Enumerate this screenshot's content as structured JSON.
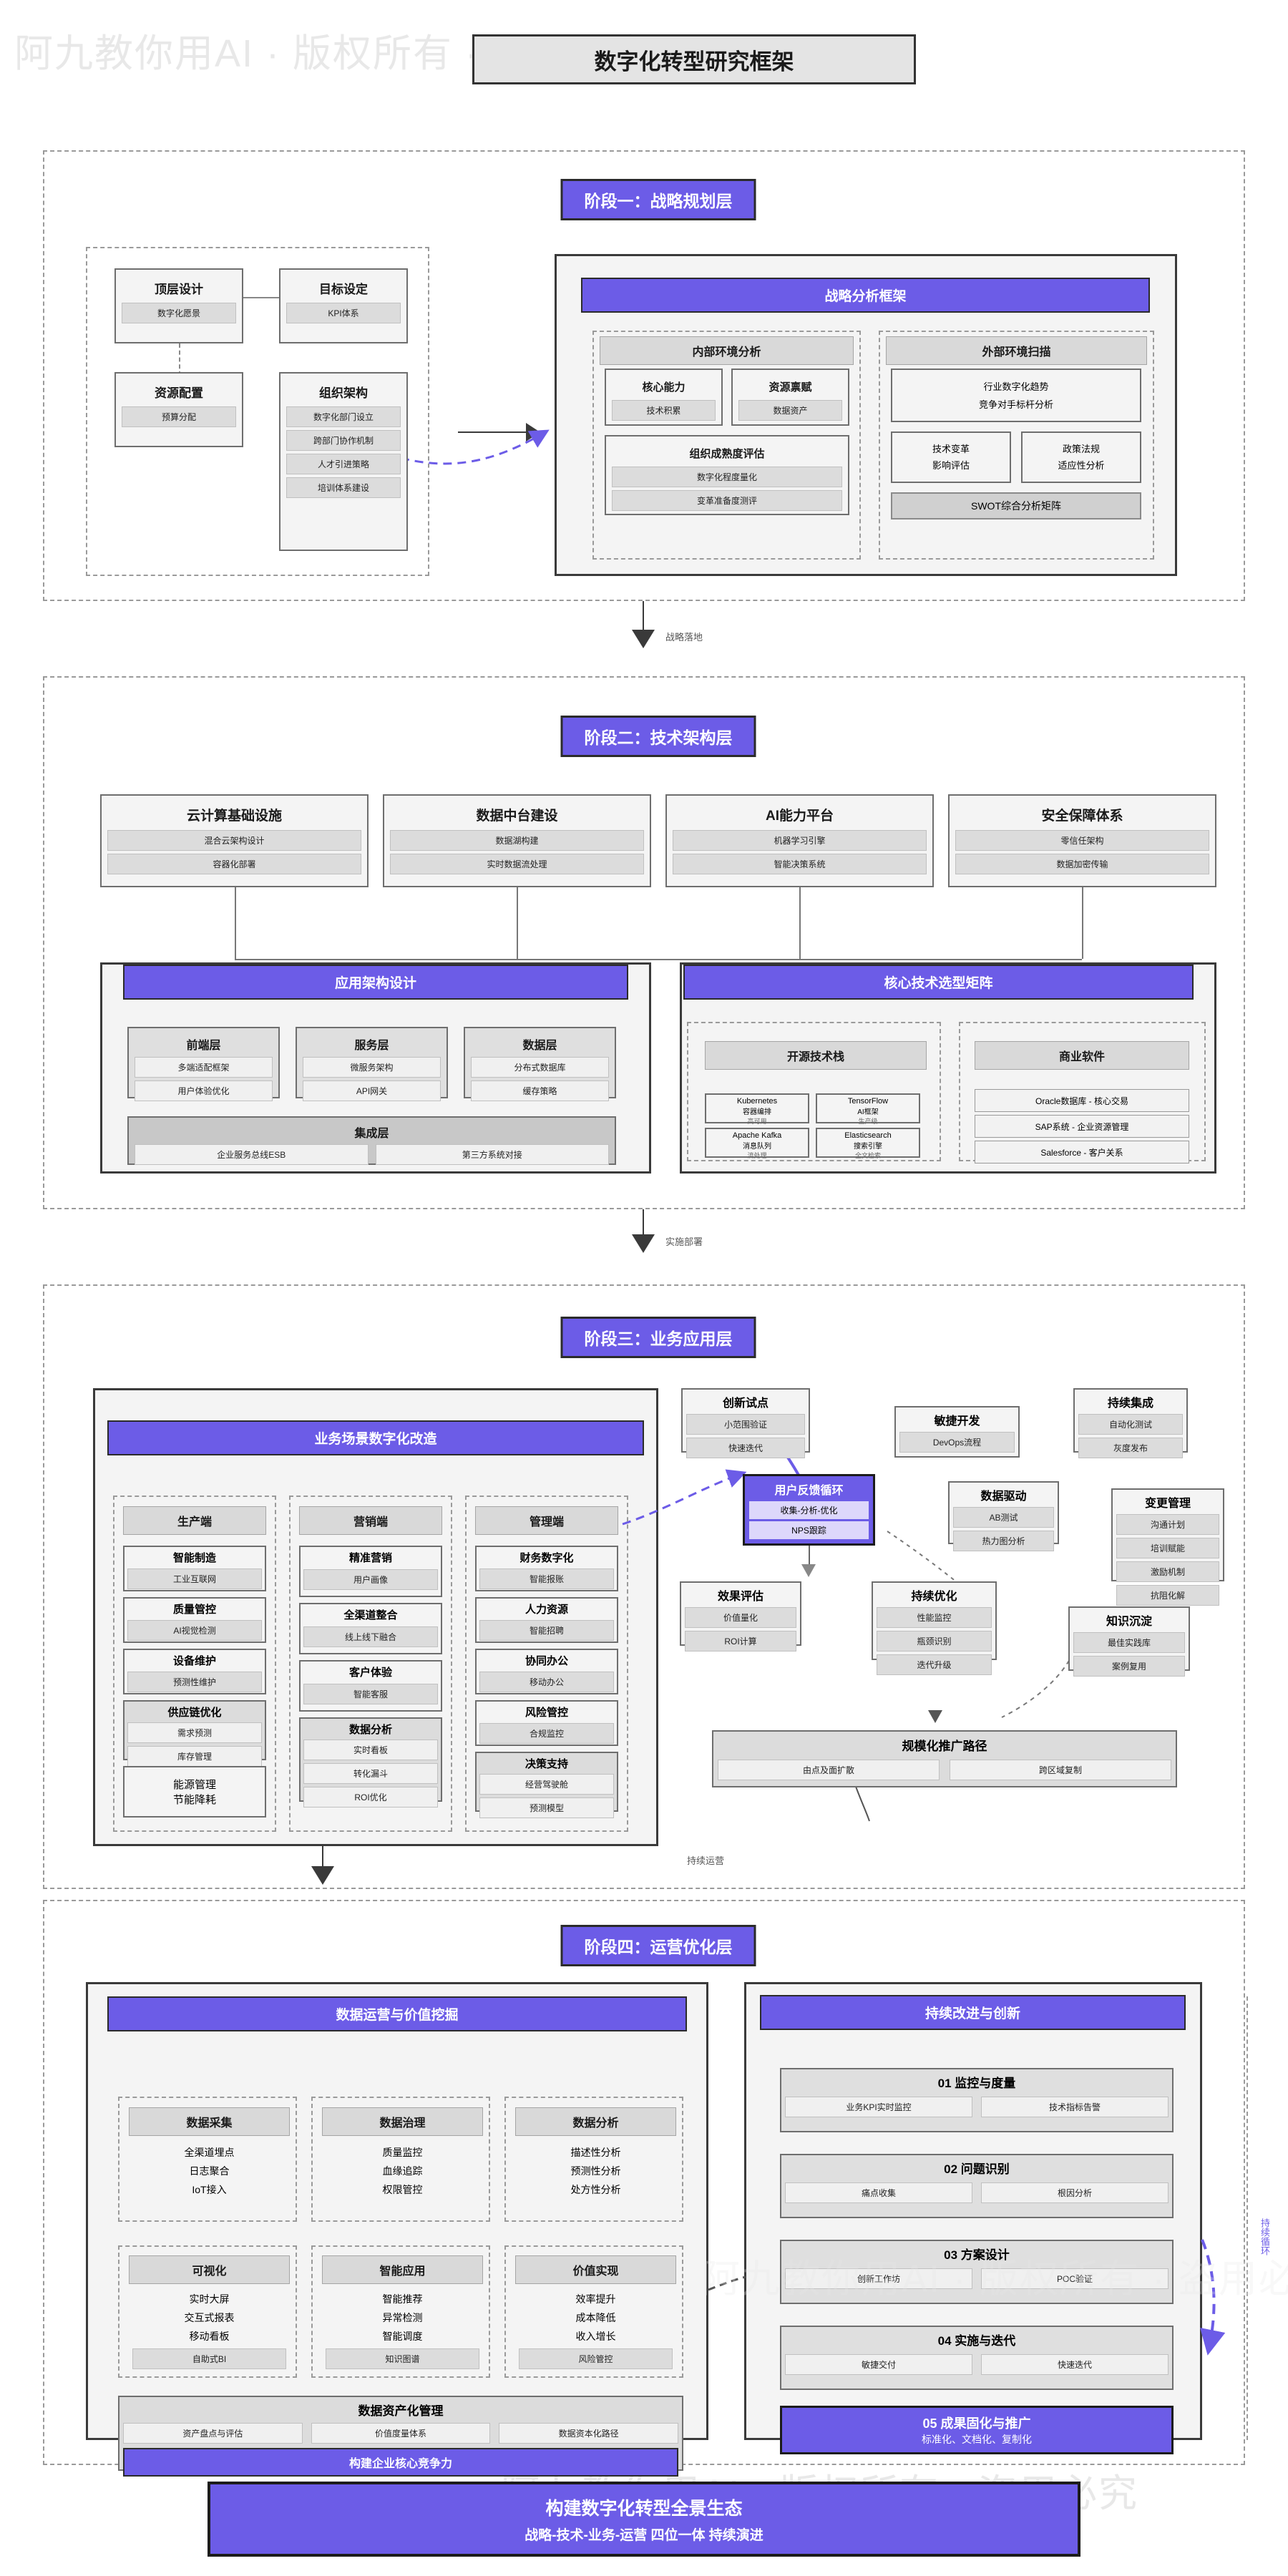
{
  "watermark": {
    "text": "阿九教你用AI · 版权所有 · 盗用必究"
  },
  "title": "数字化转型研究框架",
  "connectors": {
    "p1_p2": "战略落地",
    "p2_p3": "实施部署",
    "p3_p4": "持续运营",
    "loop_label": "持续循环"
  },
  "phase1": {
    "header": "阶段一：战略规划层",
    "left_cards": [
      {
        "title": "顶层设计",
        "chips": [
          "数字化愿景"
        ]
      },
      {
        "title": "目标设定",
        "chips": [
          "KPI体系"
        ]
      },
      {
        "title": "资源配置",
        "chips": [
          "预算分配"
        ]
      },
      {
        "title": "组织架构",
        "chips": [
          "数字化部门设立",
          "跨部门协作机制",
          "人才引进策略",
          "培训体系建设"
        ]
      }
    ],
    "framework": {
      "banner": "战略分析框架",
      "internal": {
        "header": "内部环境分析",
        "cards": [
          {
            "title": "核心能力",
            "chips": [
              "技术积累"
            ]
          },
          {
            "title": "资源禀赋",
            "chips": [
              "数据资产"
            ]
          }
        ],
        "maturity": {
          "title": "组织成熟度评估",
          "chips": [
            "数字化程度量化",
            "变革准备度测评"
          ]
        }
      },
      "external": {
        "header": "外部环境扫描",
        "trend": {
          "lines": [
            "行业数字化趋势",
            "竞争对手标杆分析"
          ]
        },
        "cards": [
          {
            "lines": [
              "技术变革",
              "影响评估"
            ]
          },
          {
            "lines": [
              "政策法规",
              "适应性分析"
            ]
          }
        ],
        "swot": "SWOT综合分析矩阵"
      }
    }
  },
  "phase2": {
    "header": "阶段二：技术架构层",
    "pillars": [
      {
        "title": "云计算基础设施",
        "chips": [
          "混合云架构设计",
          "容器化部署"
        ]
      },
      {
        "title": "数据中台建设",
        "chips": [
          "数据湖构建",
          "实时数据流处理"
        ]
      },
      {
        "title": "AI能力平台",
        "chips": [
          "机器学习引擎",
          "智能决策系统"
        ]
      },
      {
        "title": "安全保障体系",
        "chips": [
          "零信任架构",
          "数据加密传输"
        ]
      }
    ],
    "app_arch": {
      "banner": "应用架构设计",
      "layers": [
        {
          "title": "前端层",
          "chips": [
            "多端适配框架",
            "用户体验优化"
          ]
        },
        {
          "title": "服务层",
          "chips": [
            "微服务架构",
            "API网关"
          ]
        },
        {
          "title": "数据层",
          "chips": [
            "分布式数据库",
            "缓存策略"
          ]
        }
      ],
      "integration": {
        "title": "集成层",
        "chips": [
          "企业服务总线ESB",
          "第三方系统对接"
        ]
      }
    },
    "tech_matrix": {
      "banner": "核心技术选型矩阵",
      "opensource": {
        "header": "开源技术栈",
        "items": [
          {
            "name": "Kubernetes",
            "role": "容器编排",
            "note": "高可用"
          },
          {
            "name": "TensorFlow",
            "role": "AI框架",
            "note": "生产级"
          },
          {
            "name": "Apache Kafka",
            "role": "消息队列",
            "note": "流处理"
          },
          {
            "name": "Elasticsearch",
            "role": "搜索引擎",
            "note": "全文检索"
          }
        ]
      },
      "commercial": {
        "header": "商业软件",
        "items": [
          "Oracle数据库 - 核心交易",
          "SAP系统 - 企业资源管理",
          "Salesforce - 客户关系"
        ]
      }
    }
  },
  "phase3": {
    "header": "阶段三：业务应用层",
    "scenarios": {
      "banner": "业务场景数字化改造",
      "columns": [
        {
          "header": "生产端",
          "cards": [
            {
              "title": "智能制造",
              "chips": [
                "工业互联网"
              ]
            },
            {
              "title": "质量管控",
              "chips": [
                "AI视觉检测"
              ]
            },
            {
              "title": "设备维护",
              "chips": [
                "预测性维护"
              ]
            },
            {
              "title": "供应链优化",
              "chips": [
                "需求预测",
                "库存管理"
              ]
            },
            {
              "title": "能源管理",
              "chips": [
                "节能降耗"
              ]
            }
          ]
        },
        {
          "header": "营销端",
          "cards": [
            {
              "title": "精准营销",
              "chips": [
                "用户画像"
              ]
            },
            {
              "title": "全渠道整合",
              "chips": [
                "线上线下融合"
              ]
            },
            {
              "title": "客户体验",
              "chips": [
                "智能客服"
              ]
            },
            {
              "title": "数据分析",
              "chips": [
                "实时看板",
                "转化漏斗",
                "ROI优化"
              ]
            }
          ]
        },
        {
          "header": "管理端",
          "cards": [
            {
              "title": "财务数字化",
              "chips": [
                "智能报账"
              ]
            },
            {
              "title": "人力资源",
              "chips": [
                "智能招聘"
              ]
            },
            {
              "title": "协同办公",
              "chips": [
                "移动办公"
              ]
            },
            {
              "title": "风险管控",
              "chips": [
                "合规监控"
              ]
            },
            {
              "title": "决策支持",
              "chips": [
                "经营驾驶舱",
                "预测模型"
              ]
            }
          ]
        }
      ]
    },
    "right_nodes": [
      {
        "title": "创新试点",
        "chips": [
          "小范围验证",
          "快速迭代"
        ]
      },
      {
        "title": "敏捷开发",
        "chips": [
          "DevOps流程"
        ]
      },
      {
        "title": "持续集成",
        "chips": [
          "自动化测试",
          "灰度发布"
        ]
      },
      {
        "title": "数据驱动",
        "chips": [
          "AB测试",
          "热力图分析"
        ]
      },
      {
        "title": "变更管理",
        "chips": [
          "沟通计划",
          "培训赋能",
          "激励机制",
          "抗阻化解"
        ]
      },
      {
        "title": "效果评估",
        "chips": [
          "价值量化",
          "ROI计算"
        ]
      },
      {
        "title": "持续优化",
        "chips": [
          "性能监控",
          "瓶颈识别",
          "迭代升级"
        ]
      },
      {
        "title": "知识沉淀",
        "chips": [
          "最佳实践库",
          "案例复用"
        ]
      }
    ],
    "feedback": {
      "title": "用户反馈循环",
      "chips": [
        "收集-分析-优化",
        "NPS跟踪"
      ]
    },
    "scale_path": {
      "title": "规模化推广路径",
      "chips": [
        "由点及面扩散",
        "跨区域复制"
      ]
    }
  },
  "phase4": {
    "header": "阶段四：运营优化层",
    "data_ops": {
      "banner": "数据运营与价值挖掘",
      "cells": [
        {
          "header": "数据采集",
          "items": [
            "全渠道埋点",
            "日志聚合",
            "IoT接入"
          ]
        },
        {
          "header": "数据治理",
          "items": [
            "质量监控",
            "血缘追踪",
            "权限管控"
          ]
        },
        {
          "header": "数据分析",
          "items": [
            "描述性分析",
            "预测性分析",
            "处方性分析"
          ]
        },
        {
          "header": "可视化",
          "items": [
            "实时大屏",
            "交互式报表",
            "移动看板"
          ],
          "chip": "自助式BI"
        },
        {
          "header": "智能应用",
          "items": [
            "智能推荐",
            "异常检测",
            "智能调度"
          ],
          "chip": "知识图谱"
        },
        {
          "header": "价值实现",
          "items": [
            "效率提升",
            "成本降低",
            "收入增长"
          ],
          "chip": "风险管控"
        }
      ],
      "asset": {
        "title": "数据资产化管理",
        "chips": [
          "资产盘点与评估",
          "价值度量体系",
          "数据资本化路径"
        ],
        "highlight": "构建企业核心竞争力"
      }
    },
    "improve": {
      "banner": "持续改进与创新",
      "steps": [
        {
          "title": "01 监控与度量",
          "chips": [
            "业务KPI实时监控",
            "技术指标告警"
          ]
        },
        {
          "title": "02 问题识别",
          "chips": [
            "痛点收集",
            "根因分析"
          ]
        },
        {
          "title": "03 方案设计",
          "chips": [
            "创新工作坊",
            "POC验证"
          ]
        },
        {
          "title": "04 实施与迭代",
          "chips": [
            "敏捷交付",
            "快速迭代"
          ]
        }
      ],
      "final": {
        "title": "05 成果固化与推广",
        "sub": "标准化、文档化、复制化"
      }
    }
  },
  "footer": {
    "title": "构建数字化转型全景生态",
    "subtitle": "战略-技术-业务-运营 四位一体 持续演进"
  },
  "colors": {
    "accent": "#6c5ce7",
    "border_dark": "#2b2b2b",
    "panel_bg": "#f4f4f4",
    "chip_bg": "#dcdcdc"
  }
}
